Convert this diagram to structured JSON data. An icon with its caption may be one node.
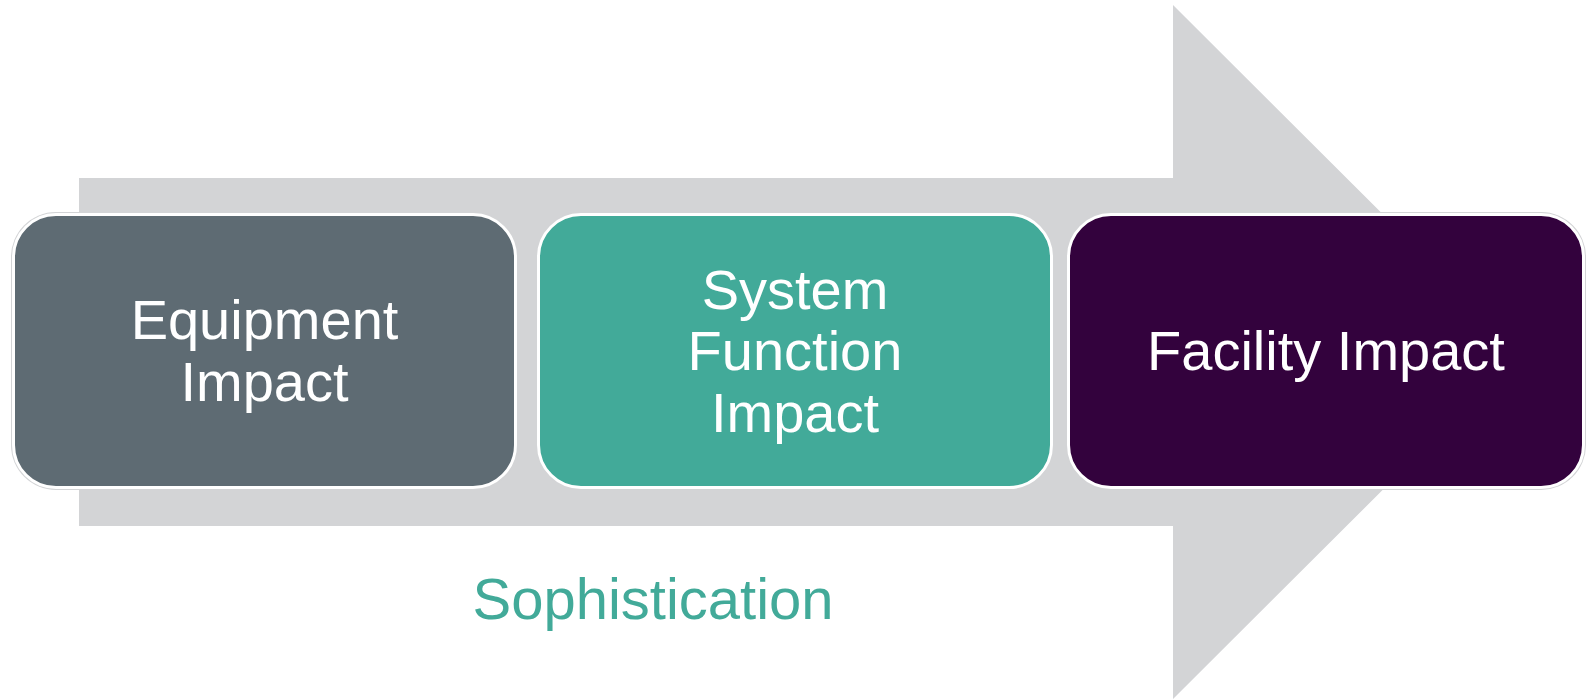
{
  "diagram": {
    "nodes": [
      {
        "text": [
          "Equipment Impact"
        ]
      },
      {
        "text": [
          "System Function Impact"
        ]
      },
      {
        "text": [
          "Facility Impact"
        ]
      }
    ],
    "edges": [
      {
        "from": 0,
        "to": 2,
        "arrow": "to",
        "style": "thick"
      }
    ],
    "labels": [
      "Sophistication"
    ]
  }
}
